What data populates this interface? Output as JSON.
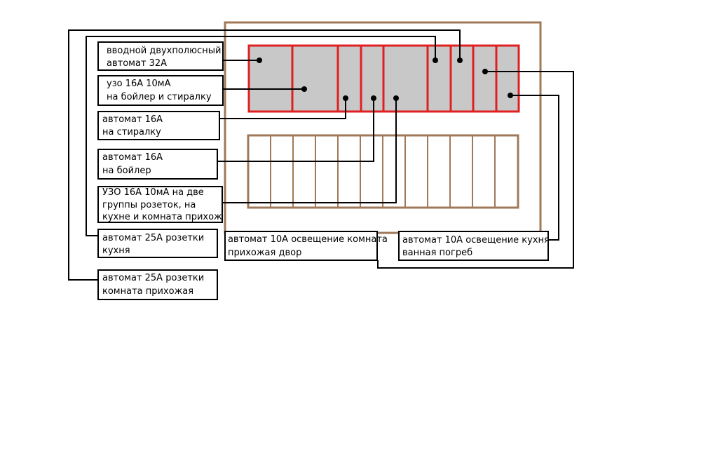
{
  "labels": {
    "main_breaker": [
      "вводной двухполюсный",
      "автомат  32А"
    ],
    "rcd_boiler_washer": [
      "узо 16А 10мА",
      "на бойлер и стиралку"
    ],
    "breaker_washer": [
      "автомат 16А",
      "на стиралку"
    ],
    "breaker_boiler": [
      "автомат 16А",
      "на бойлер"
    ],
    "rcd_sockets": [
      "УЗО 16А  10мА  на две",
      "группы розеток, на",
      "кухне и комната прихож"
    ],
    "breaker_sockets_kitchen": [
      "автомат 25А розетки",
      "кухня"
    ],
    "breaker_sockets_room": [
      "автомат 25А розетки",
      "комната прихожая"
    ],
    "breaker_light_room": [
      "автомат 10А освещение комната",
      "прихожая двор"
    ],
    "breaker_light_kitchen": [
      "автомат 10А освещение кухня",
      "ванная погреб"
    ]
  },
  "colors": {
    "cabinet": "#a0785a",
    "module_fill": "#c8c8c8",
    "module_border": "#e02020",
    "lines": "#000000"
  }
}
